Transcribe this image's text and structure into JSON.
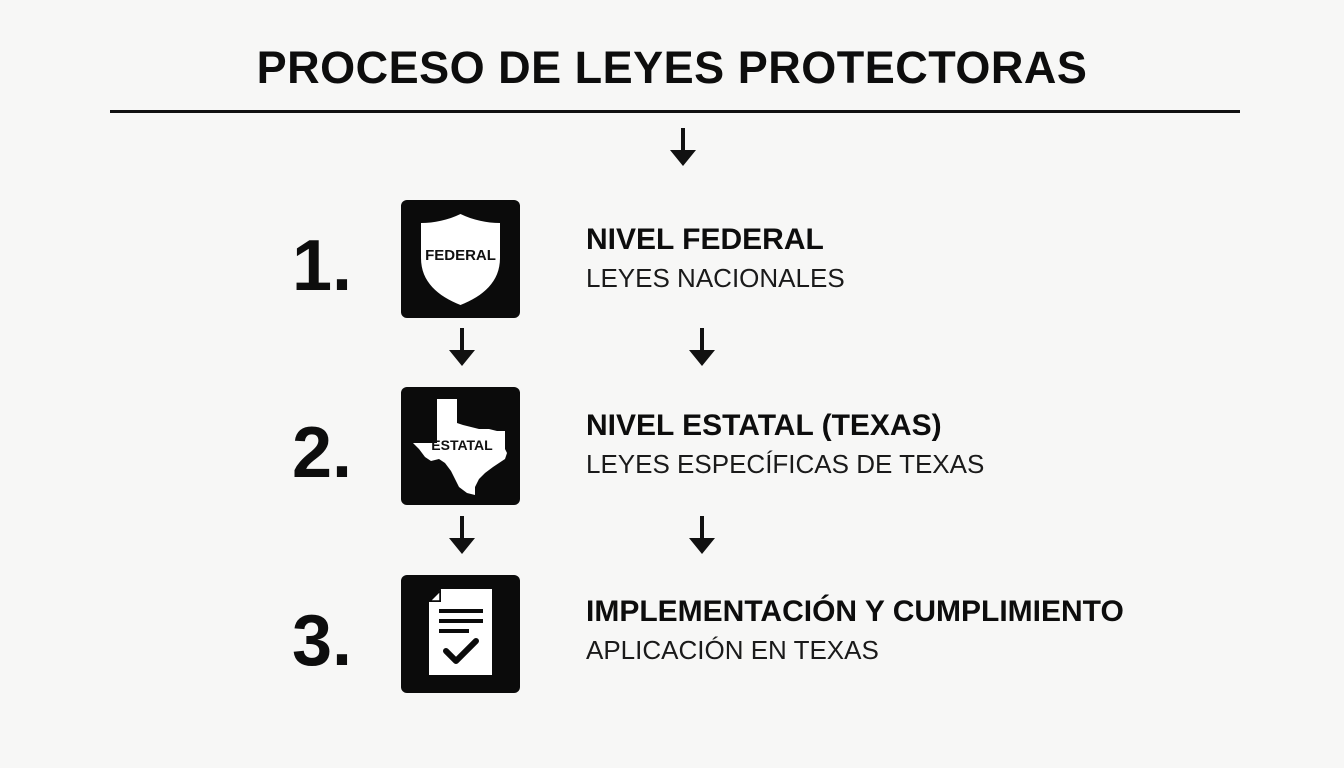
{
  "title": "PROCESO DE LEYES PROTECTORAS",
  "steps": [
    {
      "number": "1.",
      "icon": "shield-icon",
      "icon_label": "FEDERAL",
      "heading": "NIVEL FEDERAL",
      "subheading": "LEYES NACIONALES"
    },
    {
      "number": "2.",
      "icon": "texas-map-icon",
      "icon_label": "ESTATAL",
      "heading": "NIVEL ESTATAL (TEXAS)",
      "subheading": "LEYES ESPECÍFICAS DE TEXAS"
    },
    {
      "number": "3.",
      "icon": "document-check-icon",
      "heading": "IMPLEMENTACIÓN Y CUMPLIMIENTO",
      "subheading": "APLICACIÓN EN TEXAS"
    }
  ],
  "colors": {
    "background": "#f7f7f6",
    "ink": "#111111",
    "tile": "#0b0b0b"
  }
}
